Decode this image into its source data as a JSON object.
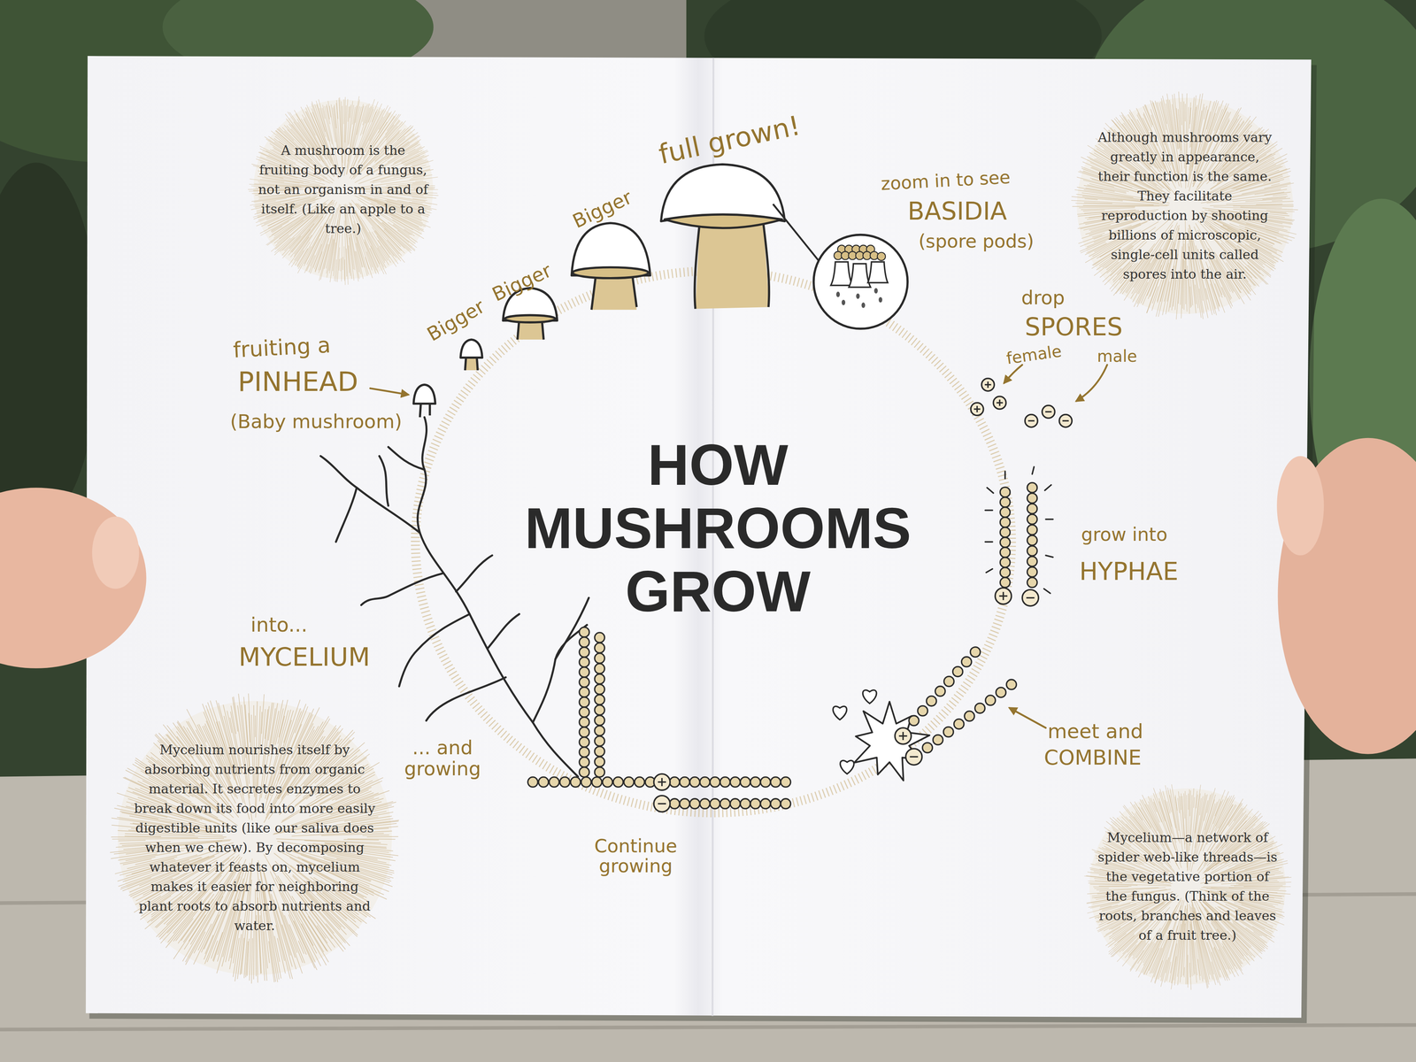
{
  "diagram": {
    "title": "HOW MUSHROOMS GROW",
    "nodes": [
      {
        "text": [
          "A mushroom is the fruiting body of a fungus, not an organism in and of itself. (Like an apple to a tree.)"
        ]
      },
      {
        "text": [
          "Although mushrooms vary greatly in appearance, their function is the same. They facilitate reproduction by shooting billions of microscopic, single-cell units called spores into the air."
        ]
      },
      {
        "text": [
          "Mycelium nourishes itself by absorbing nutrients from organic material. It secretes enzymes to break down its food into more easily digestible units (like our saliva does when we chew). By decomposing whatever it feasts on, mycelium makes it easier for neighboring plant roots to absorb nutrients and water."
        ]
      },
      {
        "text": [
          "Mycelium—a network of spider web-like threads—is the vegetative portion of the fungus. (Think of the roots, branches and leaves of a fruit tree.)"
        ]
      }
    ],
    "labels": [
      "fruiting a",
      "PINHEAD",
      "(Baby mushroom)",
      "Bigger",
      "Bigger",
      "Bigger",
      "full grown!",
      "zoom in to see",
      "BASIDIA",
      "(spore pods)",
      "drop",
      "SPORES",
      "female",
      "male",
      "grow into",
      "HYPHAE",
      "meet and",
      "COMBINE",
      "Continue growing",
      "... and growing",
      "into...",
      "MYCELIUM"
    ]
  }
}
